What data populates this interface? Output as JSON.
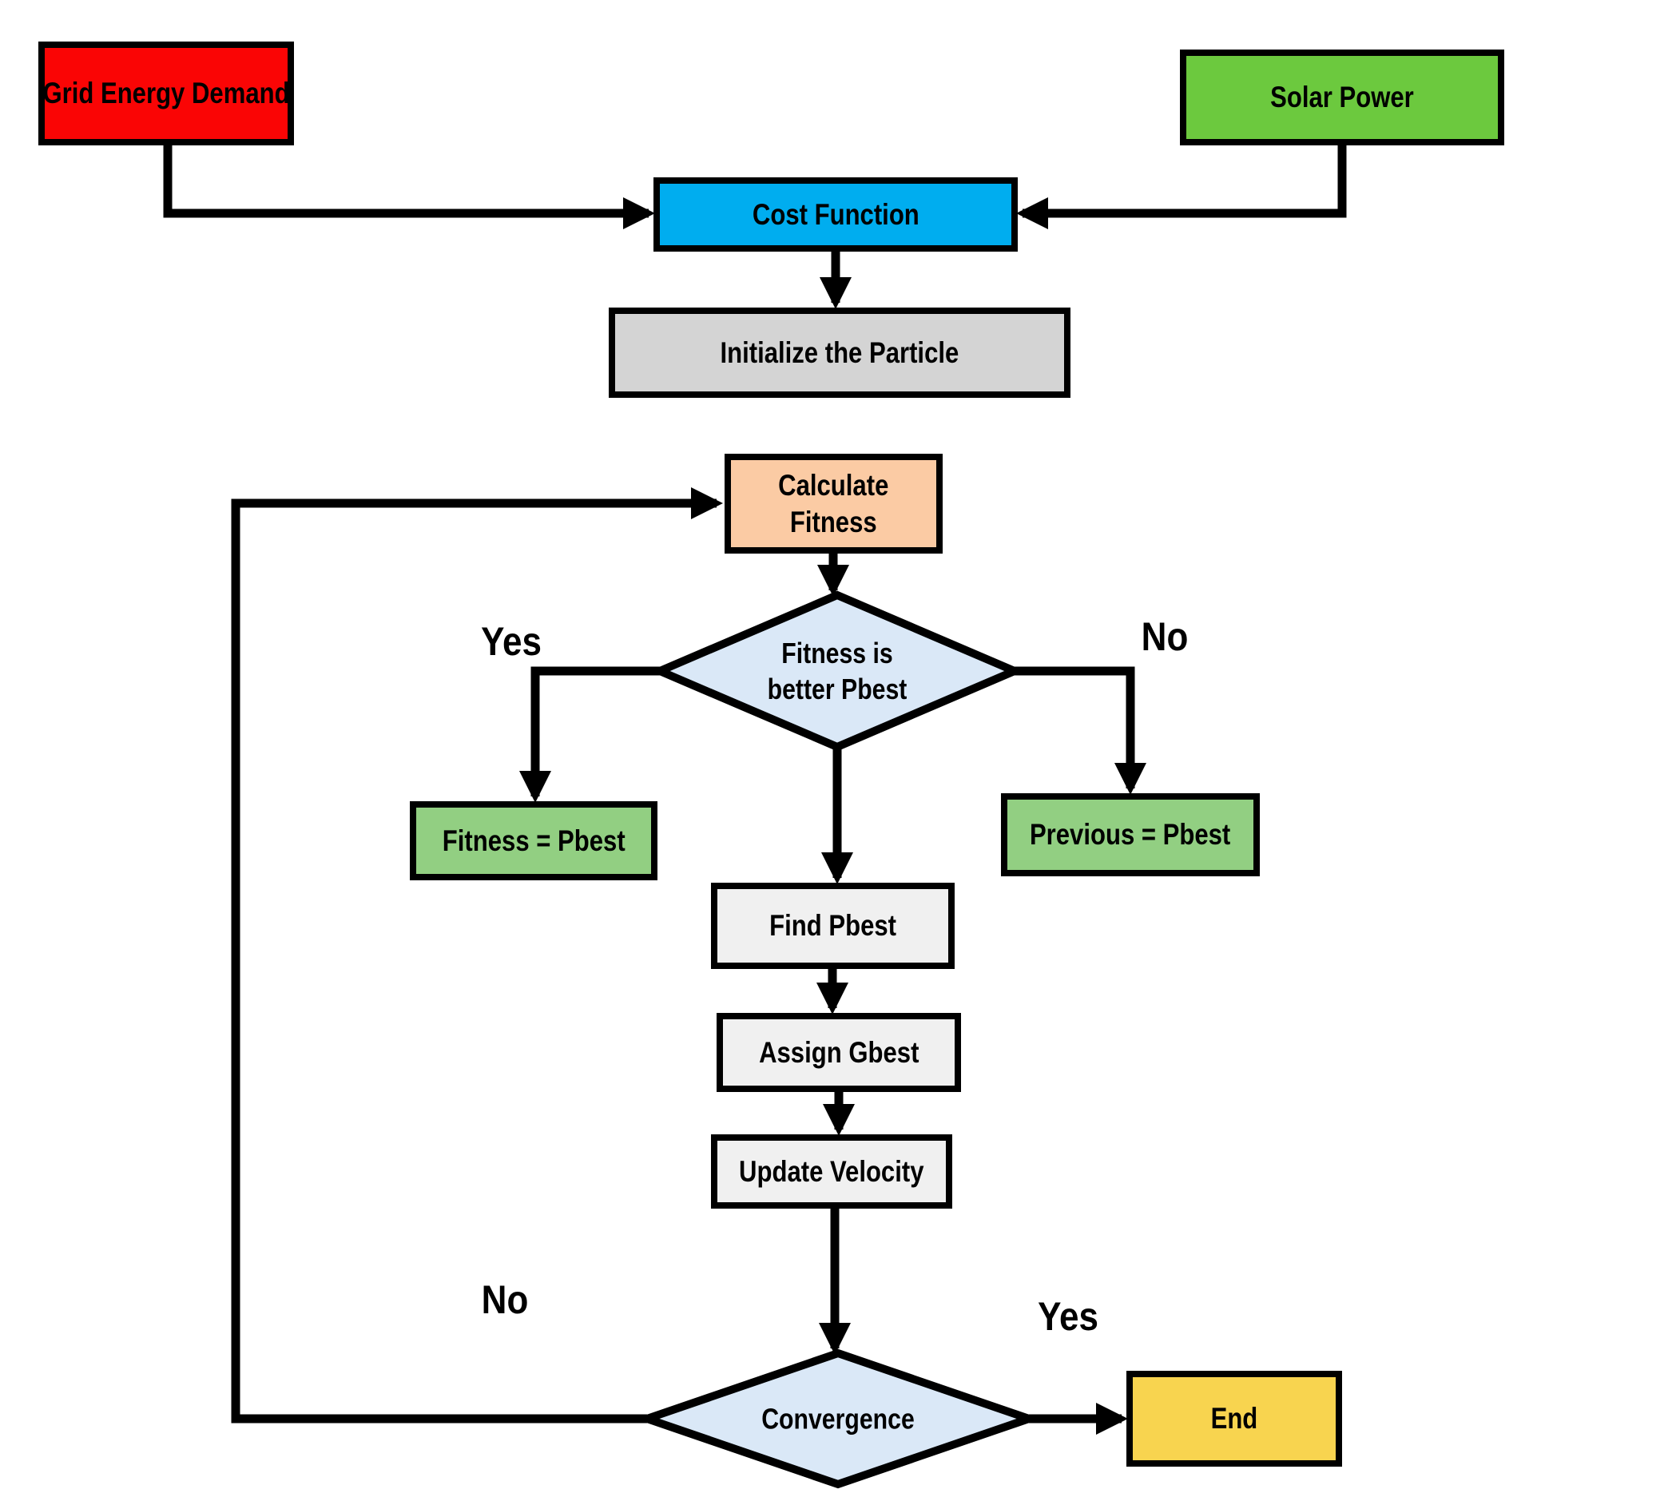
{
  "diagram": {
    "type": "flowchart",
    "connector_color": "#000000",
    "border_color": "#000000",
    "nodes": {
      "grid_energy_demand": {
        "label": "Grid Energy Demand",
        "fill": "#FA0505"
      },
      "solar_power": {
        "label": "Solar Power",
        "fill": "#6CC93E"
      },
      "cost_function": {
        "label": "Cost Function",
        "fill": "#00ADEF"
      },
      "initialize_particle": {
        "label": "Initialize the Particle",
        "fill": "#D4D4D4"
      },
      "calculate_fitness": {
        "line1": "Calculate",
        "line2": "Fitness",
        "fill": "#FBCBA4"
      },
      "fitness_better_pbest": {
        "line1": "Fitness is",
        "line2": "better Pbest",
        "fill": "#DAE8F7"
      },
      "fitness_pbest": {
        "label": "Fitness = Pbest",
        "fill": "#92CF82"
      },
      "previous_pbest": {
        "label": "Previous = Pbest",
        "fill": "#92CF82"
      },
      "find_pbest": {
        "label": "Find Pbest",
        "fill": "#F0F0F0"
      },
      "assign_gbest": {
        "label": "Assign Gbest",
        "fill": "#F0F0F0"
      },
      "update_velocity": {
        "label": "Update Velocity",
        "fill": "#F0F0F0"
      },
      "convergence": {
        "label": "Convergence",
        "fill": "#DAE8F7"
      },
      "end": {
        "label": "End",
        "fill": "#F8D44F"
      }
    },
    "edge_labels": {
      "yes_top": "Yes",
      "no_top": "No",
      "no_bottom": "No",
      "yes_bottom": "Yes"
    }
  }
}
